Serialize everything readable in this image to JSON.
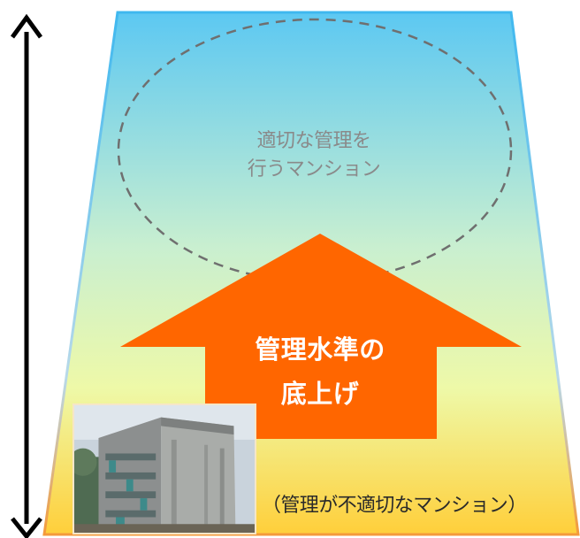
{
  "ellipse_label": {
    "line1": "適切な管理を",
    "line2": "行うマンション"
  },
  "arrow_label": {
    "line1": "管理水準の",
    "line2": "底上げ"
  },
  "bottom_label": "（管理が不適切なマンション）",
  "colors": {
    "top": "#5cc8f2",
    "middle": "#e8f7b8",
    "bottom": "#ffcf3a",
    "arrow": "#ff6600",
    "axis": "#000000",
    "dashed_ellipse": "#6f6f6f"
  },
  "icons": {
    "axis": "double-headed-vertical-arrow",
    "arrow": "upward-arrow",
    "photo": "apartment-building-photo"
  }
}
